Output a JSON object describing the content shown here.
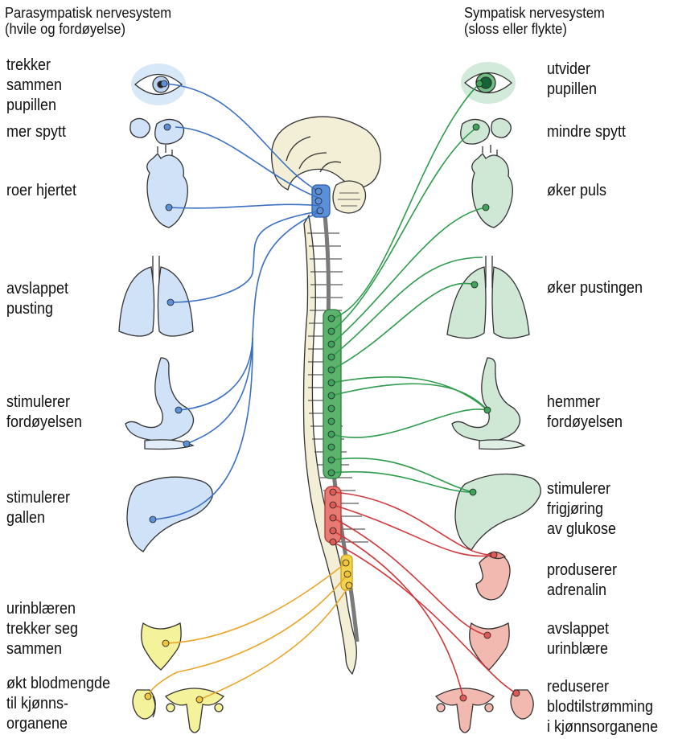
{
  "titles": {
    "parasympathetic": "Parasympatisk nervesystem\n(hvile og fordøyelse)",
    "sympathetic": "Sympatisk nervesystem\n(sloss eller flykte)"
  },
  "parasympathetic_labels": {
    "pupil": "trekker\nsammen\npupillen",
    "saliva": "mer spytt",
    "heart": "roer hjertet",
    "lungs": "avslappet\npusting",
    "digestion": "stimulerer\nfordøyelsen",
    "gall": "stimulerer\ngallen",
    "bladder": "urinblæren\ntrekker seg\nsammen",
    "genitals": "økt blodmengde\ntil kjønns-\norganene"
  },
  "sympathetic_labels": {
    "pupil": "utvider\npupillen",
    "saliva": "mindre spytt",
    "heart": "øker puls",
    "lungs": "øker pustingen",
    "digestion": "hemmer\nfordøyelsen",
    "glucose": "stimulerer\nfrigjøring\nav glukose",
    "adrenaline": "produserer\nadrenalin",
    "bladder": "avslappet\nurinblære",
    "genitals": "reduserer\nblodtilstrømming\ni kjønnsorganene"
  },
  "colors": {
    "parasympathetic_nerve": "#3b6fc1",
    "parasympathetic_organ": "#cfe2f7",
    "sympathetic_nerve": "#2f9b4c",
    "sympathetic_organ": "#cfe8d6",
    "sacral_nerve": "#e8a72c",
    "sacral_organ": "#f4f29a",
    "lumbar_nerve": "#d0393c",
    "lumbar_organ": "#f2b9b0",
    "bone": "#f3efd6",
    "outline": "#333333"
  }
}
